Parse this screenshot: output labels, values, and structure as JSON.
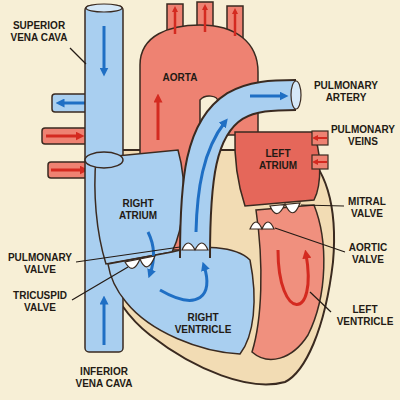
{
  "diagram": {
    "labels": [
      "SUPERIOR VENA CAVA",
      "AORTA",
      "PULMONARY ARTERY",
      "PULMONARY VEINS",
      "LEFT ATRIUM",
      "MITRAL VALVE",
      "AORTIC VALVE",
      "LEFT VENTRICLE",
      "RIGHT ATRIUM",
      "PULMONARY VALVE",
      "TRICUSPID VALVE",
      "RIGHT VENTRICLE",
      "INFERIOR VENA CAVA"
    ]
  }
}
